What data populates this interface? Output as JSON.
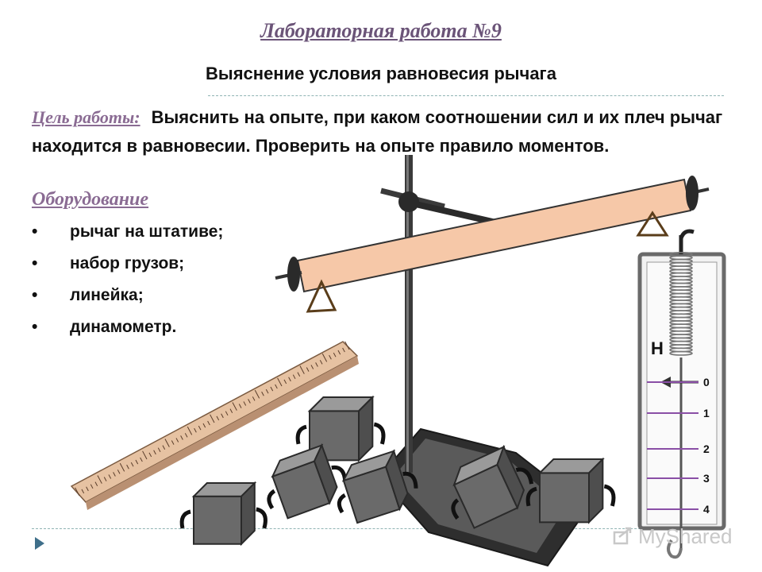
{
  "header": {
    "title": "Лабораторная работа №9",
    "subtitle": "Выяснение условия равновесия рычага"
  },
  "goal": {
    "label": "Цель работы:",
    "text": "Выяснить на опыте, при каком соотношении сил и их плеч рычаг находится в равновесии. Проверить на опыте правило моментов."
  },
  "equipment": {
    "heading": "Оборудование",
    "items": [
      {
        "bullet": "•",
        "label": "рычаг на штативе;"
      },
      {
        "bullet": "•",
        "label": "набор грузов;"
      },
      {
        "bullet": "•",
        "label": "линейка;"
      },
      {
        "bullet": "•",
        "label": "динамометр."
      }
    ]
  },
  "dynamometer": {
    "unit": "Н",
    "scale": [
      "0",
      "1",
      "2",
      "3",
      "4"
    ]
  },
  "watermark": {
    "text": "MyShared"
  },
  "colors": {
    "title": "#6b5478",
    "accent": "#8a6b93",
    "lever": "#f6c8a8",
    "ruler": "#e6c2a2",
    "weight": "#6a6a6a",
    "scale_line": "#8a4fa6"
  }
}
